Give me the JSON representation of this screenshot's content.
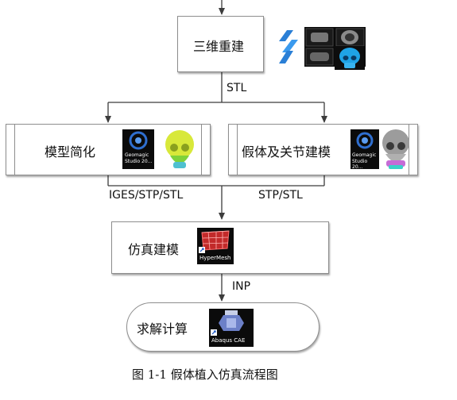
{
  "nodes": {
    "reconstruct": "三维重建",
    "simplify": "模型简化",
    "prosthesis": "假体及关节建模",
    "simulate": "仿真建模",
    "solve": "求解计算"
  },
  "edges": {
    "stl": "STL",
    "iges_stp_stl": "IGES/STP/STL",
    "stp_stl": "STP/STL",
    "inp": "INP"
  },
  "app_icons": {
    "geomagic_line1": "Geomagic",
    "geomagic_line2": "Studio 20...",
    "hypermesh": "HyperMesh",
    "abaqus": "Abaqus CAE"
  },
  "caption": "图 1-1 假体植入仿真流程图",
  "colors": {
    "line": "#3c3c3c",
    "box_border": "#8e8e8e",
    "skull_blue": "#1fa3e6",
    "skull_yellow": "#d8e83a"
  }
}
